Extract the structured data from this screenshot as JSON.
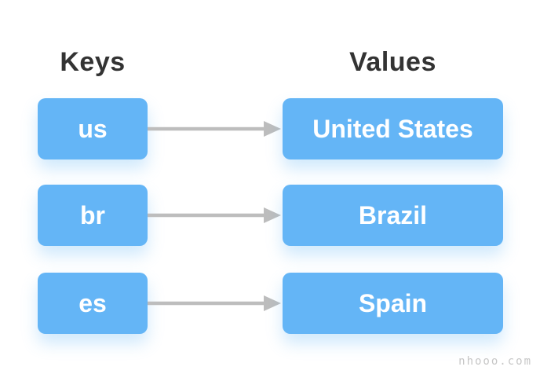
{
  "diagram": {
    "keys_heading": "Keys",
    "values_heading": "Values",
    "pairs": [
      {
        "key": "us",
        "value": "United States"
      },
      {
        "key": "br",
        "value": "Brazil"
      },
      {
        "key": "es",
        "value": "Spain"
      }
    ],
    "watermark": "nhooo.com",
    "colors": {
      "background": "#ffffff",
      "box_blue": "#64b5f6",
      "box_text": "#ffffff",
      "heading_text": "#333333",
      "arrow_gray": "#bdbdbd",
      "watermark_gray": "#c6c6c6"
    }
  }
}
